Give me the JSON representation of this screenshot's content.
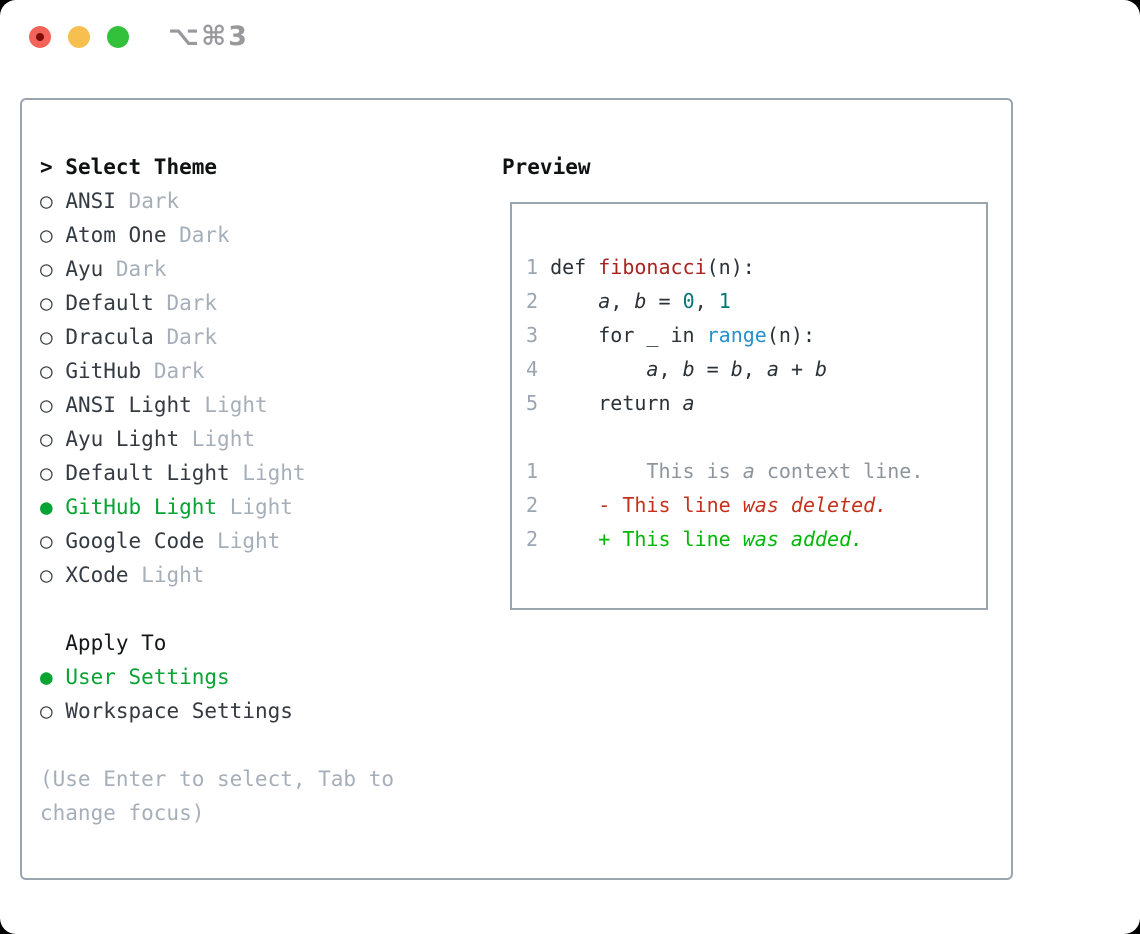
{
  "window": {
    "title": "⌥⌘3"
  },
  "colors": {
    "panel_border": "#9ba5af",
    "selection_green": "#07a433",
    "added_green": "#00b706",
    "deleted_red": "#c6311c",
    "function_red": "#a82421",
    "builtin_blue": "#2492cf",
    "number_teal": "#0a7575",
    "muted_gray": "#a6afb9",
    "line_number_gray": "#9aa5b1",
    "traffic_red": "#f4635a",
    "traffic_yellow": "#f6bf4f",
    "traffic_green": "#33c13c"
  },
  "left": {
    "header_marker": "> ",
    "header": "Select Theme",
    "markers": {
      "selected": "●",
      "unselected": "○"
    },
    "themes": [
      {
        "name": "ANSI",
        "variant": "Dark",
        "selected": false
      },
      {
        "name": "Atom One",
        "variant": "Dark",
        "selected": false
      },
      {
        "name": "Ayu",
        "variant": "Dark",
        "selected": false
      },
      {
        "name": "Default",
        "variant": "Dark",
        "selected": false
      },
      {
        "name": "Dracula",
        "variant": "Dark",
        "selected": false
      },
      {
        "name": "GitHub",
        "variant": "Dark",
        "selected": false
      },
      {
        "name": "ANSI Light",
        "variant": "Light",
        "selected": false
      },
      {
        "name": "Ayu Light",
        "variant": "Light",
        "selected": false
      },
      {
        "name": "Default Light",
        "variant": "Light",
        "selected": false
      },
      {
        "name": "GitHub Light",
        "variant": "Light",
        "selected": true
      },
      {
        "name": "Google Code",
        "variant": "Light",
        "selected": false
      },
      {
        "name": "XCode",
        "variant": "Light",
        "selected": false
      }
    ],
    "apply_to": {
      "label": "Apply To",
      "options": [
        {
          "name": "User Settings",
          "selected": true
        },
        {
          "name": "Workspace Settings",
          "selected": false
        }
      ]
    },
    "hint": "(Use Enter to select, Tab to change focus)"
  },
  "preview": {
    "heading": "Preview",
    "lines": [
      {
        "n": "1",
        "segs": [
          {
            "t": " def ",
            "s": "d"
          },
          {
            "t": "fibonacci",
            "s": "f"
          },
          {
            "t": "(n):",
            "s": "d"
          }
        ]
      },
      {
        "n": "2",
        "segs": [
          {
            "t": "     ",
            "s": "d"
          },
          {
            "t": "a",
            "s": "v"
          },
          {
            "t": ", ",
            "s": "d"
          },
          {
            "t": "b",
            "s": "v"
          },
          {
            "t": " = ",
            "s": "d"
          },
          {
            "t": "0",
            "s": "n"
          },
          {
            "t": ", ",
            "s": "d"
          },
          {
            "t": "1",
            "s": "n"
          }
        ]
      },
      {
        "n": "3",
        "segs": [
          {
            "t": "     for _ in ",
            "s": "d"
          },
          {
            "t": "range",
            "s": "b"
          },
          {
            "t": "(n):",
            "s": "d"
          }
        ]
      },
      {
        "n": "4",
        "segs": [
          {
            "t": "         ",
            "s": "d"
          },
          {
            "t": "a",
            "s": "v"
          },
          {
            "t": ", ",
            "s": "d"
          },
          {
            "t": "b",
            "s": "v"
          },
          {
            "t": " = ",
            "s": "d"
          },
          {
            "t": "b",
            "s": "v"
          },
          {
            "t": ", ",
            "s": "d"
          },
          {
            "t": "a",
            "s": "v"
          },
          {
            "t": " + ",
            "s": "d"
          },
          {
            "t": "b",
            "s": "v"
          }
        ]
      },
      {
        "n": "5",
        "segs": [
          {
            "t": "     return ",
            "s": "d"
          },
          {
            "t": "a",
            "s": "v"
          }
        ]
      },
      {
        "blank": true
      },
      {
        "n": "1",
        "segs": [
          {
            "t": "         This is ",
            "s": "c"
          },
          {
            "t": "a",
            "s": "ci"
          },
          {
            "t": " context line.",
            "s": "c"
          }
        ]
      },
      {
        "n": "2",
        "segs": [
          {
            "t": "     - This line ",
            "s": "r"
          },
          {
            "t": "was deleted.",
            "s": "ri"
          }
        ]
      },
      {
        "n": "2",
        "segs": [
          {
            "t": "     + This line ",
            "s": "g"
          },
          {
            "t": "was added.",
            "s": "gi"
          }
        ]
      }
    ]
  }
}
